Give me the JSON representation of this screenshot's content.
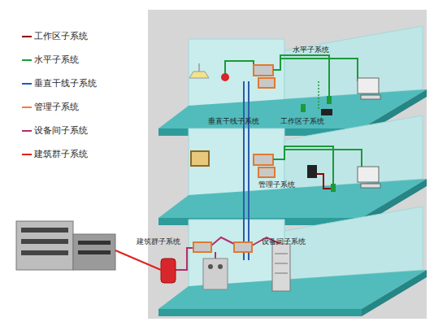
{
  "diagram": {
    "labels": [
      "水平子系统",
      "垂直干线子系统",
      "工作区子系统",
      "管理子系统",
      "建筑群子系统",
      "设备间子系统"
    ],
    "legend": [
      {
        "text": "工作区子系统"
      },
      {
        "text": "水平子系统"
      },
      {
        "text": "垂直干线子系统"
      },
      {
        "text": "管理子系统"
      },
      {
        "text": "设备间子系统"
      },
      {
        "text": "建筑群子系统"
      }
    ]
  }
}
